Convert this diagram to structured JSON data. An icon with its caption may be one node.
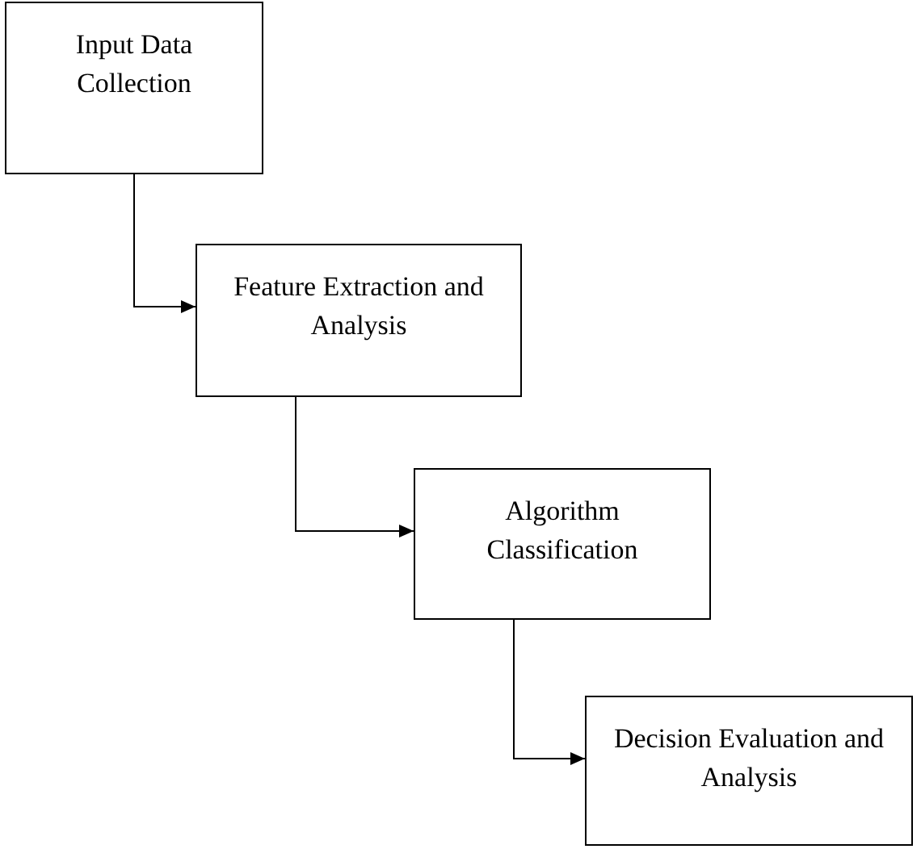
{
  "diagram": {
    "nodes": [
      {
        "text": [
          "Input Data Collection"
        ]
      },
      {
        "text": [
          "Feature Extraction and Analysis"
        ]
      },
      {
        "text": [
          "Algorithm Classification"
        ]
      },
      {
        "text": [
          "Decision Evaluation and Analysis"
        ]
      }
    ],
    "edges": [
      {
        "from": 0,
        "to": 1,
        "arrow": "to"
      },
      {
        "from": 1,
        "to": 2,
        "arrow": "to"
      },
      {
        "from": 2,
        "to": 3,
        "arrow": "to"
      }
    ]
  }
}
